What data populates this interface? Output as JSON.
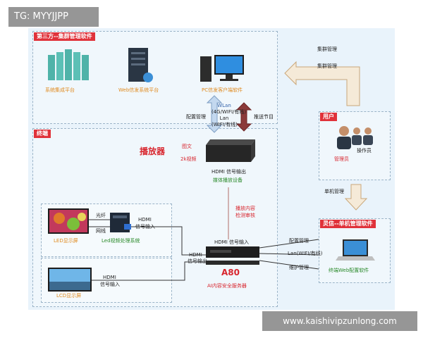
{
  "watermarks": {
    "top_left": "TG: MYYJJPP",
    "bottom_right": "www.kaishivipzunlong.com"
  },
  "third_party": {
    "title": "第三方--集群管理软件",
    "items": [
      "系统集成平台",
      "Web信发系统平台",
      "PC信发客户端软件"
    ]
  },
  "links": {
    "cluster_mgmt_1": "集群管理",
    "cluster_mgmt_2": "集群管理",
    "config_mgmt": "配置管理",
    "wlan": "WLan",
    "wlan_detail": "(4G/WIFI/有线)",
    "lan": "Lan",
    "lan_detail": "(WIFI/有线)",
    "push_program": "推送节目",
    "single_mgmt": "单机管理"
  },
  "terminal": {
    "title": "终端",
    "player_label": "播放器",
    "player_input_1": "图文",
    "player_input_2": "2k视频",
    "hdmi_out_1": "HDMI 信号输出",
    "media_device": "媒体播放设备",
    "review_1": "播放内容",
    "review_2": "检测审核",
    "led_fiber": "光纤",
    "led_network": "网线",
    "led_hdmi_1": "HDMI",
    "led_hdmi_2": "信号输入",
    "led_screen": "LED显示屏",
    "led_processor": "Led视频处理系统",
    "hdmi_in_top": "HDMI 信号输入",
    "hdmi_left_1": "HDMI",
    "hdmi_left_2": "信号输出",
    "lcd_hdmi_1": "HDMI",
    "lcd_hdmi_2": "信号输入",
    "lcd_screen": "LCD显示屏",
    "server_name": "A80",
    "server_desc": "AI内容安全服务器"
  },
  "user": {
    "title": "用户",
    "operator": "操作员",
    "admin": "管理员"
  },
  "single": {
    "title": "灵信--单机管理软件",
    "config": "配置管理",
    "lan": "Lan(WIFI/有线)",
    "maintain": "维护管理",
    "software": "终端Web配置软件"
  },
  "colors": {
    "accent_red": "#e0323a",
    "orange": "#e08a1e",
    "green": "#2a8a2a",
    "canvas": "#e9f3fb"
  }
}
